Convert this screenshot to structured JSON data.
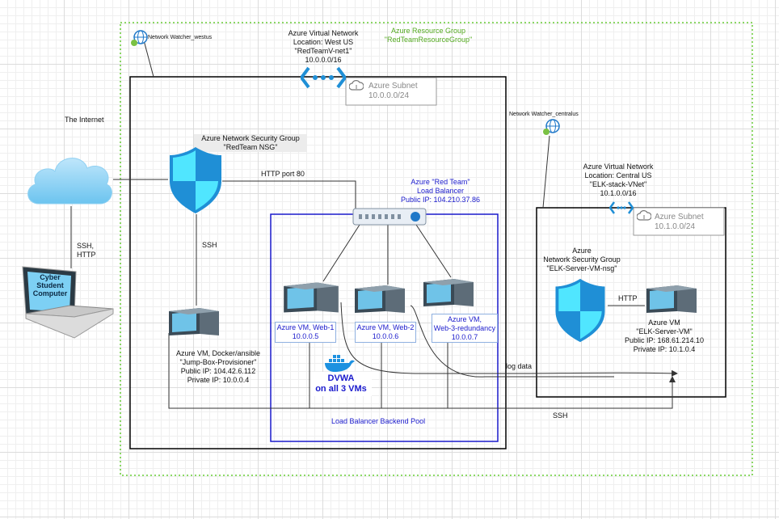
{
  "resource_group": {
    "line1": "Azure Resource Group",
    "line2": "\"RedTeamResourceGroup\""
  },
  "watcher_west": "Network Watcher_westus",
  "watcher_central": "Network Watcher_centralus",
  "vnet1": {
    "l1": "Azure Virtual Network",
    "l2": "Location: West US",
    "l3": "\"RedTeamV-net1\"",
    "l4": "10.0.0.0/16"
  },
  "subnet1": {
    "l1": "Azure Subnet",
    "l2": "10.0.0.0/24"
  },
  "internet": "The Internet",
  "ssh_http": {
    "l1": "SSH,",
    "l2": "HTTP"
  },
  "laptop_text": {
    "l1": "Cyber",
    "l2": "Student",
    "l3": "Computer"
  },
  "nsg1": {
    "l1": "Azure Network Security Group",
    "l2": "\"RedTeam NSG\""
  },
  "http_port": "HTTP port 80",
  "ssh_label": "SSH",
  "lb": {
    "l1": "Azure \"Red Team\"",
    "l2": "Load Balancer",
    "l3": "Public IP: 104.210.37.86"
  },
  "jump": {
    "l1": "Azure VM, Docker/ansible",
    "l2": "\"Jump-Box-Provisioner\"",
    "l3": "Public IP: 104.42.6.112",
    "l4": "Private IP: 10.0.0.4"
  },
  "web1": {
    "l1": "Azure VM, Web-1",
    "l2": "10.0.0.5"
  },
  "web2": {
    "l1": "Azure VM, Web-2",
    "l2": "10.0.0.6"
  },
  "web3": {
    "l1": "Azure VM,",
    "l2": "Web-3-redundancy",
    "l3": "10.0.0.7"
  },
  "dvwa": {
    "l1": "DVWA",
    "l2": "on all 3 VMs"
  },
  "backend_pool": "Load Balancer Backend Pool",
  "vnet2": {
    "l1": "Azure Virtual Network",
    "l2": "Location: Central US",
    "l3": "\"ELK-stack-VNet\"",
    "l4": "10.1.0.0/16"
  },
  "subnet2": {
    "l1": "Azure Subnet",
    "l2": "10.1.0.0/24"
  },
  "nsg2": {
    "l1": "Azure",
    "l2": "Network Security Group",
    "l3": "\"ELK-Server-VM-nsg\""
  },
  "http2": "HTTP",
  "elk": {
    "l1": "Azure VM",
    "l2": "\"ELK-Server-VM\"",
    "l3": "Public IP: 168.61.214.10",
    "l4": "Private IP: 10.1.0.4"
  },
  "log_data": "log data",
  "ssh2": "SSH",
  "colors": {
    "green_dashed": "#66cc33",
    "blue_pool": "#1a1acc",
    "text_blue": "#1a1acc",
    "shield_blue": "#1f8fd6",
    "shield_light": "#50e6ff",
    "gray_subnet": "#999999"
  }
}
